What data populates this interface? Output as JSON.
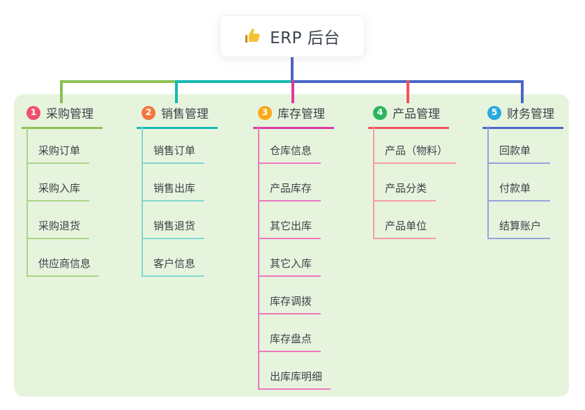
{
  "root": {
    "icon": "thumbs-up",
    "label": "ERP 后台"
  },
  "canvas": {
    "background": "#ffffff",
    "panel_background": "#E6F4DE",
    "root_connector_color": "#5163C6",
    "text_color": "#3D4247"
  },
  "branches": [
    {
      "number": "1",
      "label": "采购管理",
      "badge_color": "#F0506E",
      "line_color": "#8DC152",
      "child_line_color": "#ACD386",
      "children": [
        "采购订单",
        "采购入库",
        "采购退货",
        "供应商信息"
      ]
    },
    {
      "number": "2",
      "label": "销售管理",
      "badge_color": "#F4773F",
      "line_color": "#15B9B1",
      "child_line_color": "#82D6CF",
      "children": [
        "销售订单",
        "销售出库",
        "销售退货",
        "客户信息"
      ]
    },
    {
      "number": "3",
      "label": "库存管理",
      "badge_color": "#FAA919",
      "line_color": "#DC3AA0",
      "child_line_color": "#EE78BC",
      "children": [
        "仓库信息",
        "产品库存",
        "其它出库",
        "其它入库",
        "库存调拨",
        "库存盘点",
        "出库库明细"
      ]
    },
    {
      "number": "4",
      "label": "产品管理",
      "badge_color": "#2DB55D",
      "line_color": "#F4515F",
      "child_line_color": "#F79AA2",
      "children": [
        "产品（物料）",
        "产品分类",
        "产品单位"
      ]
    },
    {
      "number": "5",
      "label": "财务管理",
      "badge_color": "#2BA9E1",
      "line_color": "#4A66C8",
      "child_line_color": "#93A3DB",
      "children": [
        "回款单",
        "付款单",
        "结算账户"
      ]
    }
  ]
}
